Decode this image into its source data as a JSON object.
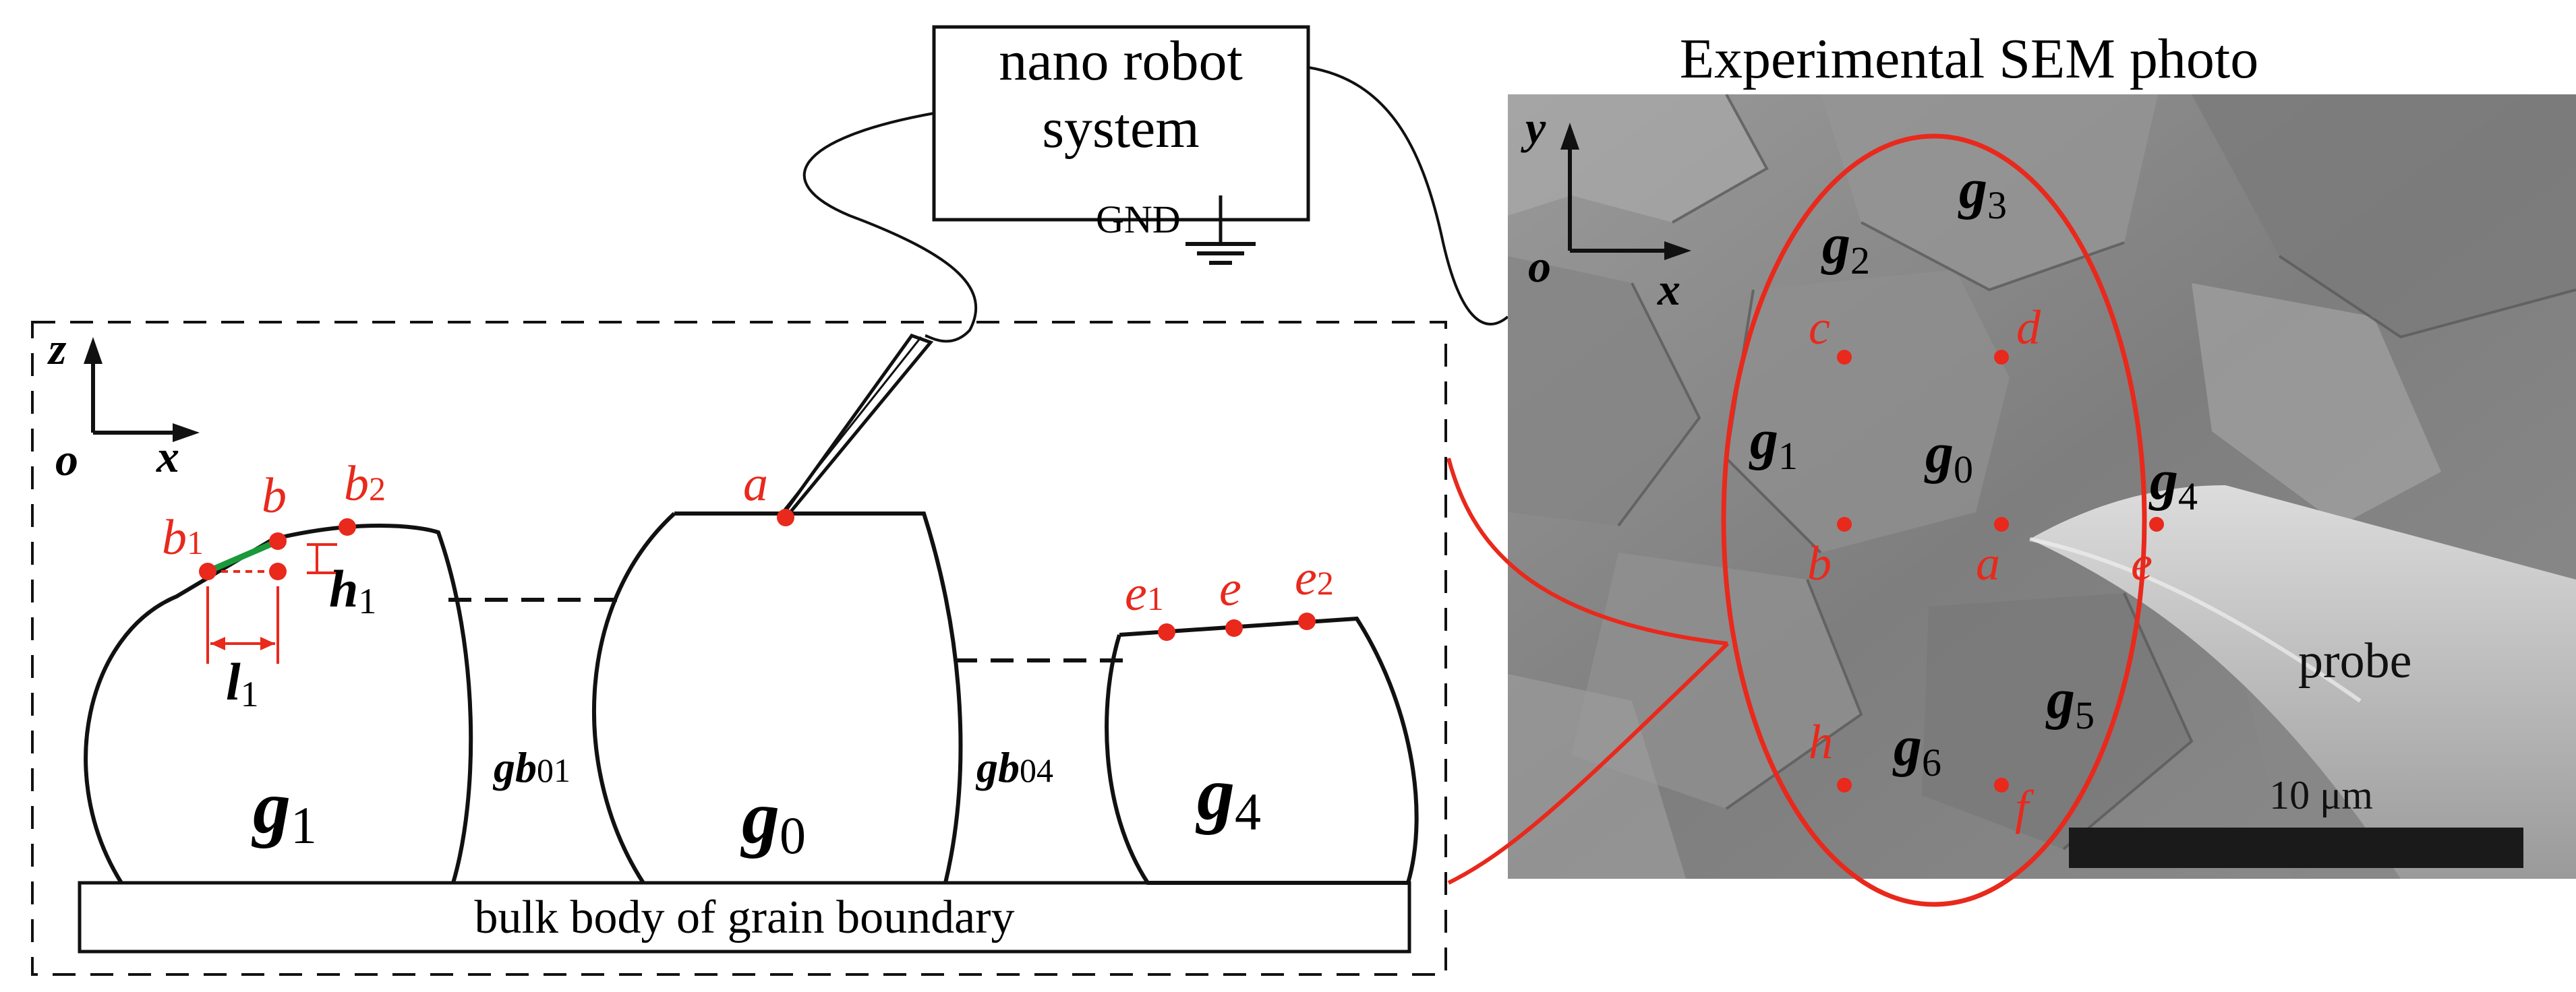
{
  "robot_box": {
    "line1": "nano robot",
    "line2": "system",
    "gnd": "GND"
  },
  "sem": {
    "title": "Experimental SEM photo",
    "axis": {
      "y": "y",
      "x": "x",
      "o": "o"
    },
    "grains": [
      {
        "g": "g",
        "sub": "3"
      },
      {
        "g": "g",
        "sub": "2"
      },
      {
        "g": "g",
        "sub": "1"
      },
      {
        "g": "g",
        "sub": "0"
      },
      {
        "g": "g",
        "sub": "4"
      },
      {
        "g": "g",
        "sub": "5"
      },
      {
        "g": "g",
        "sub": "6"
      }
    ],
    "points": [
      "c",
      "d",
      "b",
      "a",
      "e",
      "h",
      "f"
    ],
    "probe": "probe",
    "scale": "10 μm",
    "colors": {
      "ellipse": "#e8291c",
      "point": "#e8291c",
      "photo_bg": "#8a8a8a"
    }
  },
  "schematic": {
    "axis": {
      "z": "z",
      "x": "x",
      "o": "o"
    },
    "grains": [
      {
        "g": "g",
        "sub": "1"
      },
      {
        "g": "g",
        "sub": "0"
      },
      {
        "g": "g",
        "sub": "4"
      }
    ],
    "gb01": {
      "gb": "gb",
      "sub": "01"
    },
    "gb04": {
      "gb": "gb",
      "sub": "04"
    },
    "points": {
      "a": "a",
      "b": "b",
      "b1": {
        "base": "b",
        "sub": "1"
      },
      "b2": {
        "base": "b",
        "sub": "2"
      },
      "e": "e",
      "e1": {
        "base": "e",
        "sub": "1"
      },
      "e2": {
        "base": "e",
        "sub": "2"
      }
    },
    "h1": {
      "base": "h",
      "sub": "1"
    },
    "l1": {
      "base": "l",
      "sub": "1"
    },
    "substrate": "bulk  body of grain boundary",
    "colors": {
      "measure": "#e8291c",
      "segment": "#1a9a3a",
      "outline": "#111111"
    }
  }
}
